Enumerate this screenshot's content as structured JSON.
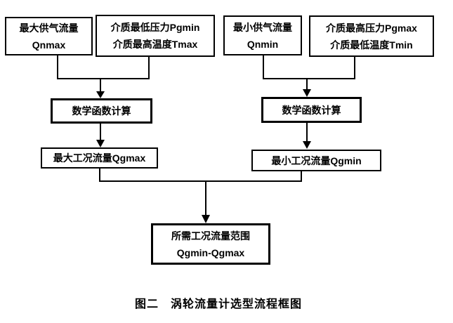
{
  "colors": {
    "background": "#ffffff",
    "line": "#000000",
    "box_border": "#000000",
    "text": "#000000"
  },
  "icons": {
    "arrow_down_icon": "▼ filled triangle arrowhead"
  },
  "figure": {
    "caption": "图二　涡轮流量计选型流程框图"
  },
  "flowchart": {
    "boxes": {
      "qnmax": {
        "line1": "最大供气流量",
        "line2": "Qnmax"
      },
      "pgmin_tmax": {
        "line1": "介质最低压力Pgmin",
        "line2": "介质最高温度Tmax"
      },
      "qnmin": {
        "line1": "最小供气流量",
        "line2": "Qnmin"
      },
      "pgmax_tmin": {
        "line1": "介质最高压力Pgmax",
        "line2": "介质最低温度Tmin"
      },
      "calc_left": {
        "line1": "数学函数计算"
      },
      "calc_right": {
        "line1": "数学函数计算"
      },
      "qgmax": {
        "line1": "最大工况流量Qgmax"
      },
      "qgmin": {
        "line1": "最小工况流量Qgmin"
      },
      "result": {
        "line1": "所需工况流量范围",
        "line2": "Qgmin-Qgmax"
      }
    }
  }
}
